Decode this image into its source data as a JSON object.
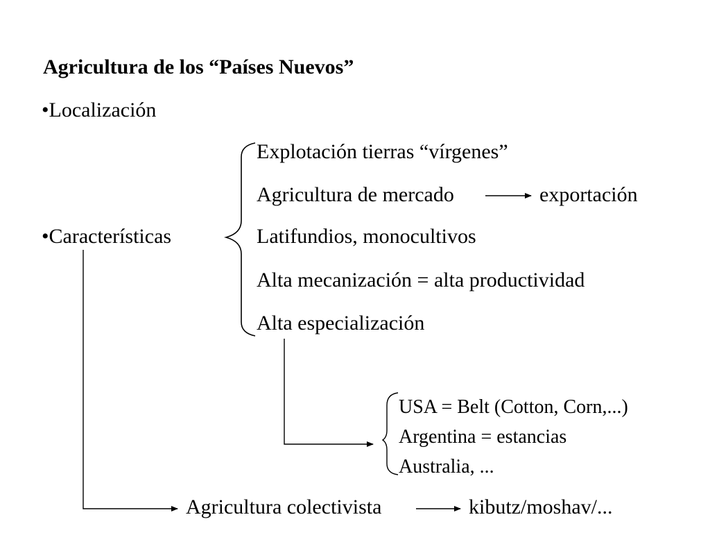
{
  "title": "Agricultura de los “Países Nuevos”",
  "bullet_localizacion": "•Localización",
  "bullet_caracteristicas": "•Características",
  "characteristics": [
    "Explotación tierras “vírgenes”",
    "Agricultura de mercado",
    "Latifundios, monocultivos",
    "Alta mecanización = alta productividad",
    "Alta especialización"
  ],
  "market_target": "exportación",
  "specialization_examples": [
    "USA = Belt (Cotton, Corn,...)",
    "Argentina = estancias",
    "Australia, ..."
  ],
  "collectivist": "Agricultura colectivista",
  "collectivist_target": "kibutz/moshav/..."
}
